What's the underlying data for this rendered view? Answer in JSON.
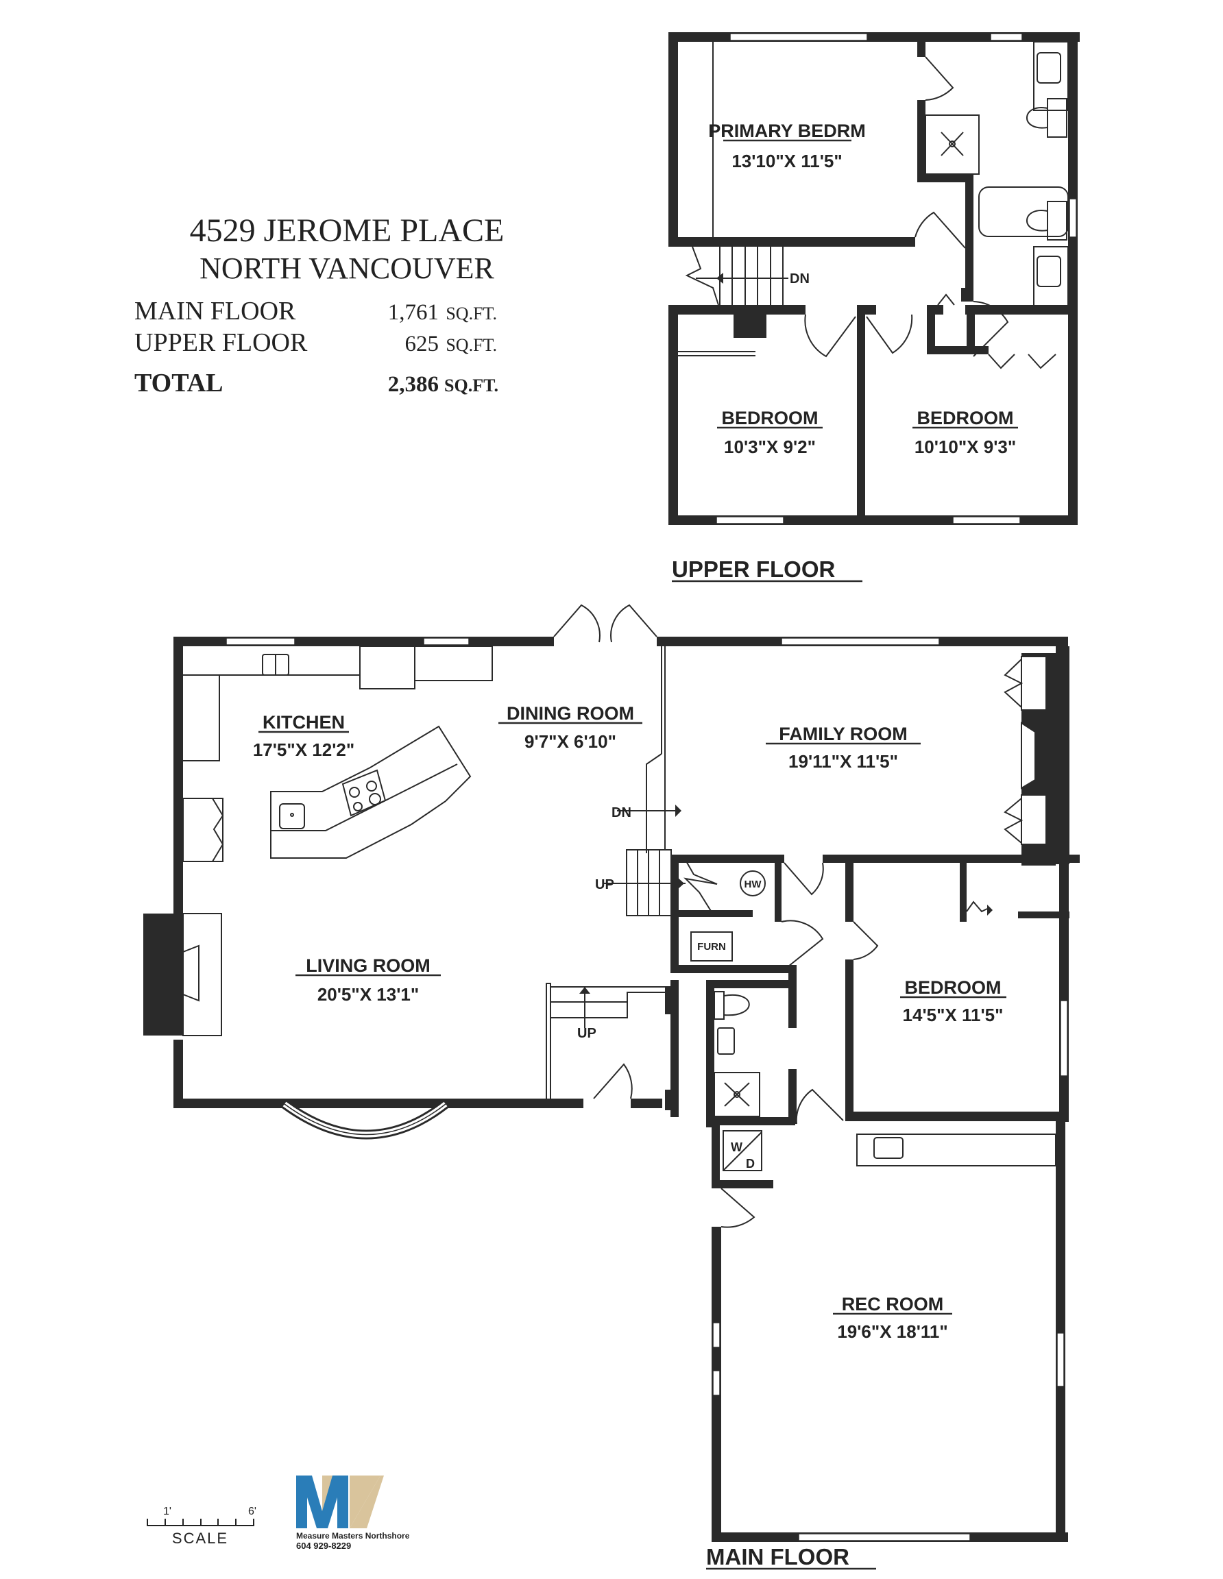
{
  "header": {
    "address_line1": "4529 JEROME PLACE",
    "address_line2": "NORTH VANCOUVER"
  },
  "area_summary": {
    "rows": [
      {
        "label": "MAIN FLOOR",
        "value": "1,761",
        "unit": "SQ.FT."
      },
      {
        "label": "UPPER FLOOR",
        "value": "625",
        "unit": "SQ.FT."
      }
    ],
    "total": {
      "label": "TOTAL",
      "value": "2,386",
      "unit": "SQ.FT."
    }
  },
  "upper_floor": {
    "title": "UPPER FLOOR",
    "rooms": [
      {
        "name": "PRIMARY BEDRM",
        "dims": "13'10\"X  11'5\""
      },
      {
        "name": "BEDROOM",
        "dims": "10'3\"X  9'2\""
      },
      {
        "name": "BEDROOM",
        "dims": "10'10\"X  9'3\""
      }
    ],
    "stair_label": "DN"
  },
  "main_floor": {
    "title": "MAIN FLOOR",
    "rooms": [
      {
        "name": "KITCHEN",
        "dims": "17'5\"X  12'2\""
      },
      {
        "name": "DINING ROOM",
        "dims": "9'7\"X  6'10\""
      },
      {
        "name": "FAMILY ROOM",
        "dims": "19'11\"X  11'5\""
      },
      {
        "name": "LIVING ROOM",
        "dims": "20'5\"X  13'1\""
      },
      {
        "name": "BEDROOM",
        "dims": "14'5\"X  11'5\""
      },
      {
        "name": "REC ROOM",
        "dims": "19'6\"X  18'11\""
      }
    ],
    "fixture_labels": {
      "hot_water": "HW",
      "furnace": "FURN",
      "washer": "W",
      "dryer": "D"
    },
    "stair_labels": {
      "dn": "DN",
      "up1": "UP",
      "up2": "UP"
    }
  },
  "scale": {
    "label": "SCALE",
    "start": "1'",
    "end": "6'"
  },
  "logo": {
    "company": "Measure Masters Northshore",
    "phone": "604 929-8229",
    "colors": {
      "blue": "#2a7db8",
      "tan": "#d9c49c"
    }
  }
}
